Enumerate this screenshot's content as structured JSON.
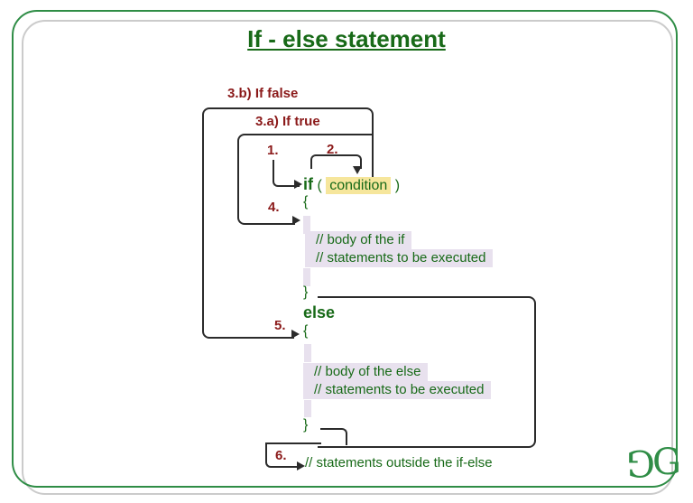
{
  "page": {
    "title": "If - else statement"
  },
  "colors": {
    "frame_green": "#2f8d46",
    "text_green": "#186a18",
    "label_maroon": "#8b1a1a",
    "condition_highlight": "#f6e69c",
    "comment_highlight": "#e8e1ee",
    "line_color": "#2b2b2b"
  },
  "steps": {
    "step1": "1.",
    "step2": "2.",
    "step3a": "3.a) If true",
    "step3b": "3.b) If false",
    "step4": "4.",
    "step5": "5.",
    "step6": "6."
  },
  "code": {
    "if_keyword": "if",
    "open_paren": "(",
    "condition": "condition",
    "close_paren": ")",
    "open_brace": "{",
    "close_brace": "}",
    "else_keyword": "else",
    "if_body_line1": "// body of the if",
    "if_body_line2": "// statements to be executed",
    "else_body_line1": "// body of the else",
    "else_body_line2": "// statements to be executed",
    "outside_comment": "// statements outside the if-else"
  },
  "logo": {
    "letter_left": "G",
    "letter_right": "G"
  }
}
